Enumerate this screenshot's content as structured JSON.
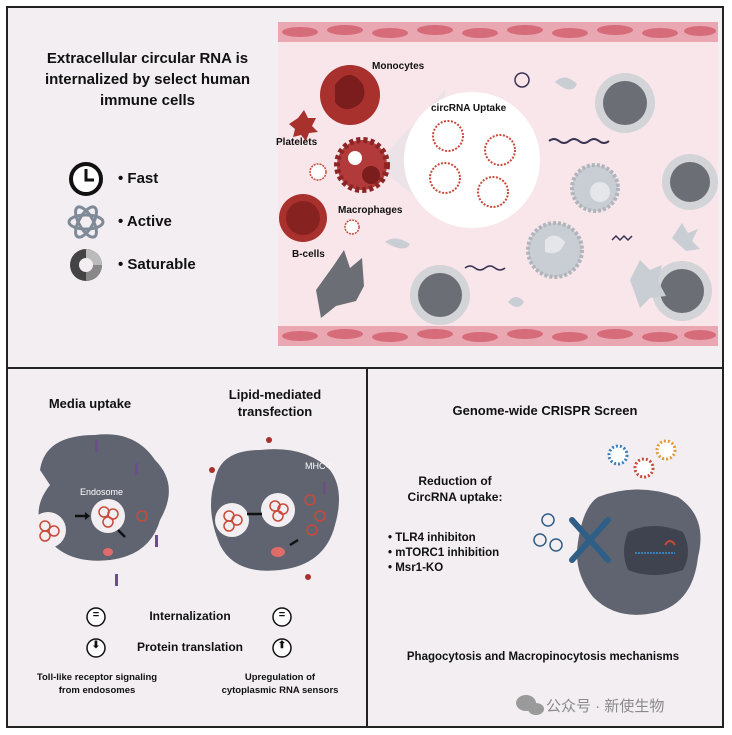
{
  "top": {
    "title_line1": "Extracellular circular RNA is",
    "title_line2": "internalized by select human",
    "title_line3": "immune cells",
    "properties": [
      "• Fast",
      "• Active",
      "• Saturable"
    ],
    "labels": {
      "monocytes": "Monocytes",
      "platelets": "Platelets",
      "macrophages": "Macrophages",
      "bcells": "B-cells",
      "uptake": "circRNA Uptake"
    }
  },
  "left_panel": {
    "media_uptake": "Media uptake",
    "lipid_line1": "Lipid-mediated",
    "lipid_line2": "transfection",
    "endosome": "Endosome",
    "mhc": "MHC-I",
    "internalization": "Internalization",
    "protein_translation": "Protein translation",
    "left_caption_line1": "Toll-like receptor signaling",
    "left_caption_line2": "from endosomes",
    "right_caption_line1": "Upregulation of",
    "right_caption_line2": "cytoplasmic RNA sensors",
    "equal_symbol": "=",
    "down_arrow": "⬇",
    "up_arrow": "⬆"
  },
  "right_panel": {
    "title": "Genome-wide CRISPR Screen",
    "reduction_line1": "Reduction of",
    "reduction_line2": "CircRNA uptake:",
    "bullets": [
      "• TLR4 inhibiton",
      "• mTORC1 inhibition",
      "• Msr1-KO"
    ],
    "mechanisms": "Phagocytosis and Macropinocytosis mechanisms"
  },
  "watermark": "公众号 · 新使生物",
  "colors": {
    "background": "#f3eef1",
    "vessel": "#f7e4e8",
    "red_cell": "#a8302d",
    "cell_gray": "#5f6470",
    "cell_light": "#c9cdd4",
    "circ_rna": "#c84a3a",
    "crispr_blue": "#2f5f86"
  }
}
